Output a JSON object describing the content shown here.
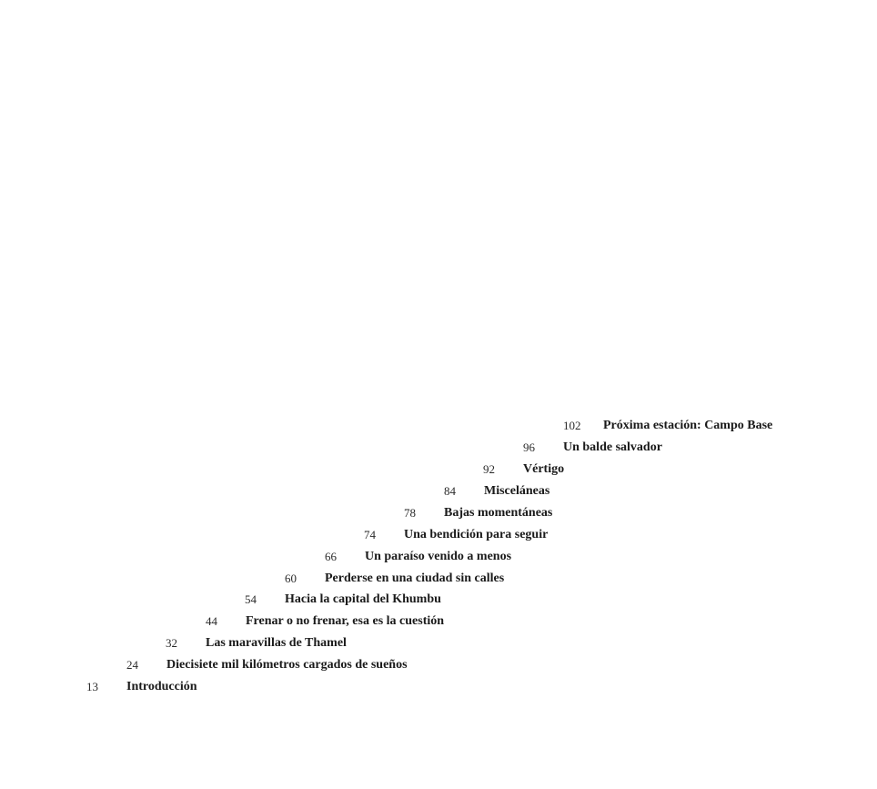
{
  "toc": {
    "entries": [
      {
        "page": "102",
        "title": "Próxima estación: Campo Base"
      },
      {
        "page": "96",
        "title": "Un balde salvador"
      },
      {
        "page": "92",
        "title": "Vértigo"
      },
      {
        "page": "84",
        "title": "Misceláneas"
      },
      {
        "page": "78",
        "title": "Bajas momentáneas"
      },
      {
        "page": "74",
        "title": "Una bendición para seguir"
      },
      {
        "page": "66",
        "title": "Un paraíso venido a menos"
      },
      {
        "page": "60",
        "title": "Perderse en una ciudad sin calles"
      },
      {
        "page": "54",
        "title": "Hacia la capital del Khumbu"
      },
      {
        "page": "44",
        "title": "Frenar o no frenar, esa es la cuestión"
      },
      {
        "page": "32",
        "title": "Las maravillas de Thamel"
      },
      {
        "page": "24",
        "title": "Diecisiete mil kilómetros cargados de sueños"
      },
      {
        "page": "13",
        "title": "Introducción"
      }
    ]
  }
}
